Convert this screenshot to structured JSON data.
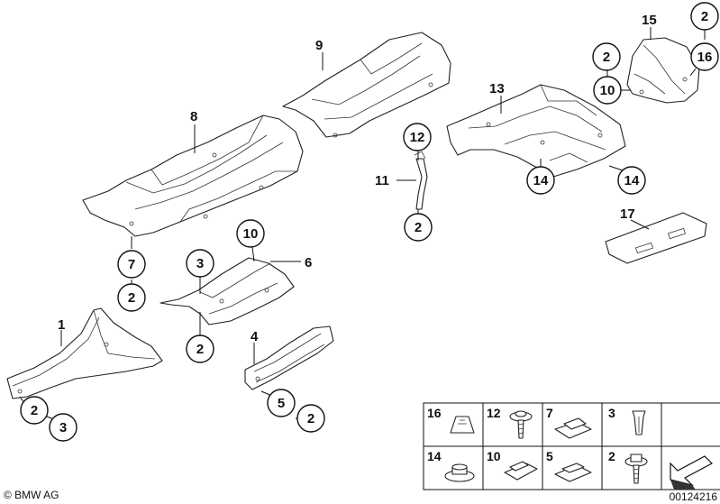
{
  "callouts": [
    {
      "id": "c1",
      "text": "1",
      "circled": false
    },
    {
      "id": "c2a",
      "text": "2",
      "circled": true
    },
    {
      "id": "c3a",
      "text": "3",
      "circled": true
    },
    {
      "id": "c4",
      "text": "4",
      "circled": false
    },
    {
      "id": "c5",
      "text": "5",
      "circled": true
    },
    {
      "id": "c2b",
      "text": "2",
      "circled": true
    },
    {
      "id": "c6",
      "text": "6",
      "circled": false
    },
    {
      "id": "c10a",
      "text": "10",
      "circled": true
    },
    {
      "id": "c3b",
      "text": "3",
      "circled": true
    },
    {
      "id": "c2c",
      "text": "2",
      "circled": true
    },
    {
      "id": "c7",
      "text": "7",
      "circled": true
    },
    {
      "id": "c2d",
      "text": "2",
      "circled": true
    },
    {
      "id": "c8",
      "text": "8",
      "circled": false
    },
    {
      "id": "c9",
      "text": "9",
      "circled": false
    },
    {
      "id": "c12",
      "text": "12",
      "circled": true
    },
    {
      "id": "c11",
      "text": "11",
      "circled": false
    },
    {
      "id": "c2e",
      "text": "2",
      "circled": true
    },
    {
      "id": "c13",
      "text": "13",
      "circled": false
    },
    {
      "id": "c14a",
      "text": "14",
      "circled": true
    },
    {
      "id": "c14b",
      "text": "14",
      "circled": true
    },
    {
      "id": "c15",
      "text": "15",
      "circled": false
    },
    {
      "id": "c2f",
      "text": "2",
      "circled": true
    },
    {
      "id": "c10b",
      "text": "10",
      "circled": true
    },
    {
      "id": "c2g",
      "text": "2",
      "circled": true
    },
    {
      "id": "c16",
      "text": "16",
      "circled": true
    },
    {
      "id": "c17",
      "text": "17",
      "circled": false
    }
  ],
  "legend": {
    "items": [
      "16",
      "12",
      "7",
      "3",
      "14",
      "10",
      "5",
      "2"
    ]
  },
  "footer": {
    "brand": "© BMW AG",
    "diagram_number": "00124216"
  }
}
